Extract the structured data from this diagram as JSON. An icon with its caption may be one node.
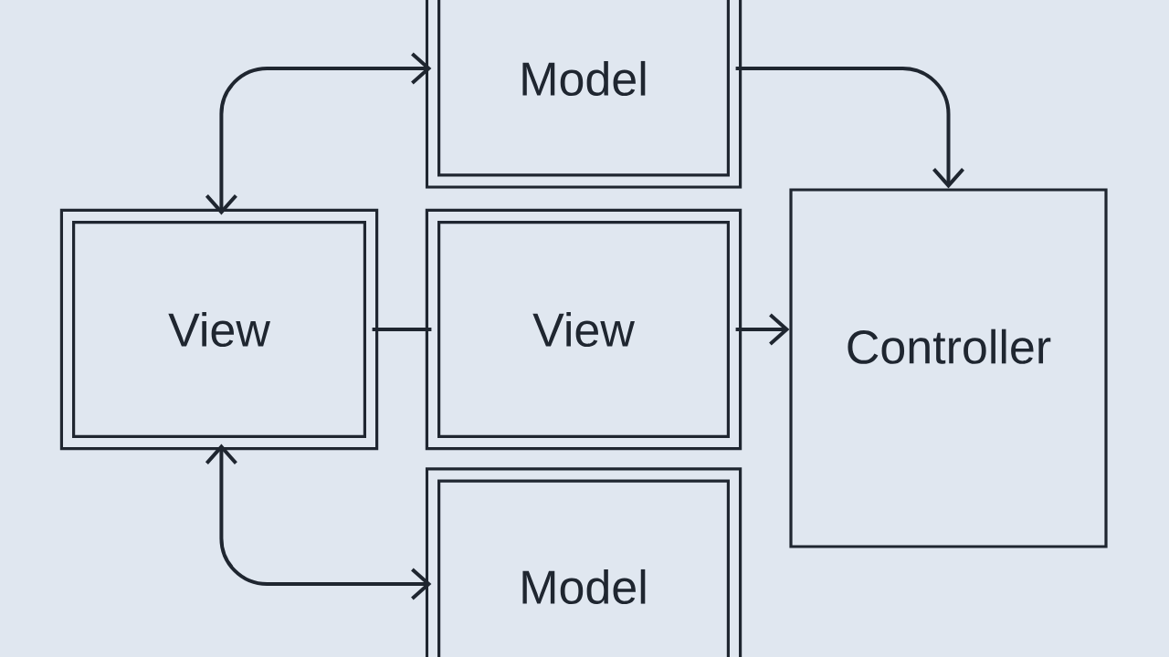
{
  "diagram": {
    "nodes": [
      {
        "text": [
          "Model"
        ]
      },
      {
        "text": [
          "View"
        ]
      },
      {
        "text": [
          "View"
        ]
      },
      {
        "text": [
          "Controller"
        ]
      },
      {
        "text": [
          "Model"
        ]
      }
    ],
    "edges": [
      {
        "from": 1,
        "to": 0,
        "arrow": "both"
      },
      {
        "from": 0,
        "to": 3,
        "arrow": "to"
      },
      {
        "from": 1,
        "to": 2,
        "arrow": "none"
      },
      {
        "from": 2,
        "to": 3,
        "arrow": "to"
      },
      {
        "from": 1,
        "to": 4,
        "arrow": "both"
      }
    ]
  }
}
